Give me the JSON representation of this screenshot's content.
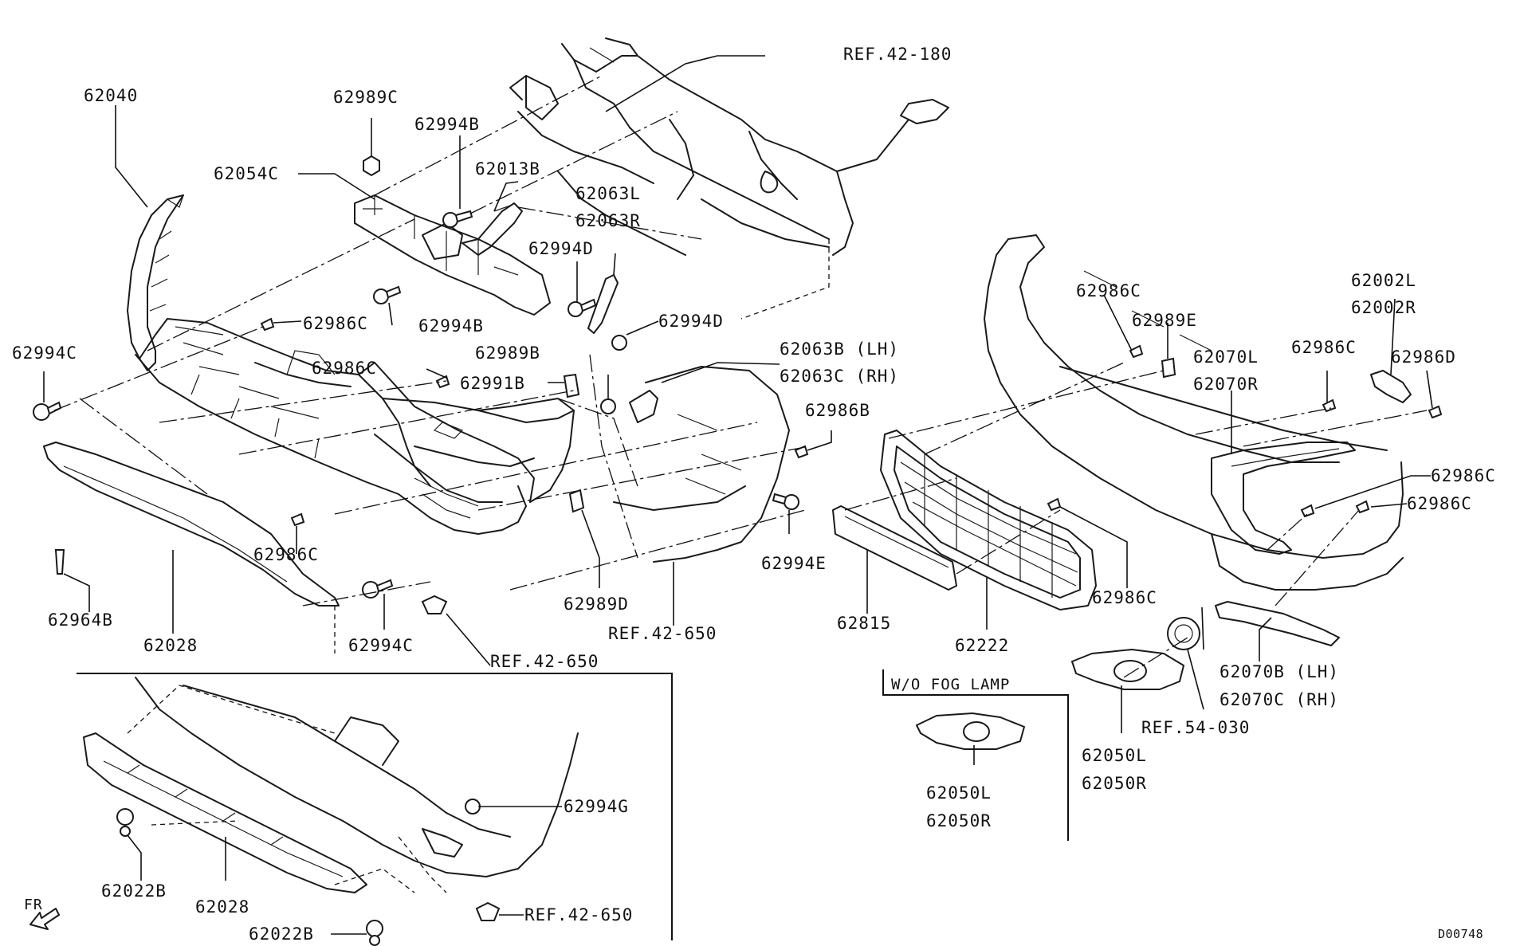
{
  "diagram_code": "D00748",
  "direction": {
    "label": "FR"
  },
  "inset_title": "W/O FOG LAMP",
  "labels": {
    "p62040": "62040",
    "p62989C": "62989C",
    "p62994B_top": "62994B",
    "p62054C": "62054C",
    "p62013B": "62013B",
    "p62063L": "62063L",
    "p62063R": "62063R",
    "p62994D_top": "62994D",
    "p62994B_mid": "62994B",
    "p62986C_a": "62986C",
    "p62994D_mid": "62994D",
    "p62994C_left": "62994C",
    "p62986C_b": "62986C",
    "p62989B": "62989B",
    "p62991B": "62991B",
    "p62063B": "62063B (LH)",
    "p62063C": "62063C (RH)",
    "p62986B": "62986B",
    "p62986C_c": "62986C",
    "p62994E": "62994E",
    "p62964B": "62964B",
    "p62028_top": "62028",
    "p62994C_bottom": "62994C",
    "p62989D": "62989D",
    "ref42180": "REF.42-180",
    "ref42650_a": "REF.42-650",
    "ref42650_b": "REF.42-650",
    "ref42650_c": "REF.42-650",
    "ref54030": "REF.54-030",
    "p62994G": "62994G",
    "p62022B_a": "62022B",
    "p62028_bottom": "62028",
    "p62022B_b": "62022B",
    "p62986C_d": "62986C",
    "p62989E": "62989E",
    "p62002L": "62002L",
    "p62002R": "62002R",
    "p62070L": "62070L",
    "p62070R": "62070R",
    "p62986C_e": "62986C",
    "p62986D": "62986D",
    "p62986C_f": "62986C",
    "p62986C_g": "62986C",
    "p62986C_h": "62986C",
    "p62815": "62815",
    "p62222": "62222",
    "p62070B": "62070B (LH)",
    "p62070C": "62070C (RH)",
    "p62050L_a": "62050L",
    "p62050R_a": "62050R",
    "p62050L_b": "62050L",
    "p62050R_b": "62050R"
  }
}
